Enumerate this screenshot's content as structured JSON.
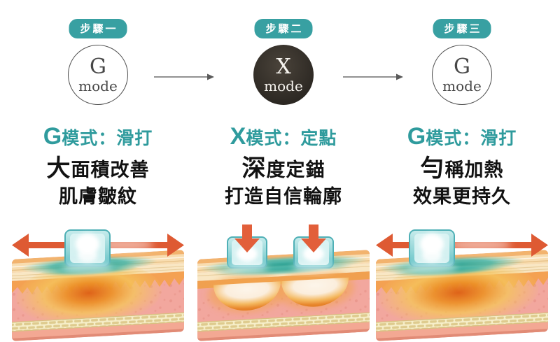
{
  "colors": {
    "accent_teal": "#2f9b9d",
    "badge_bg": "#38a0a2",
    "step_arrow_gray": "#6e6e6e",
    "desc_black": "#121212",
    "heat_arrow_orange": "#de5a33",
    "device_teal": "#5fc0c4",
    "x_circle_dark": "#2b2722",
    "skin_pink": "#f2a79e",
    "heat_glow_orange": "#ec9026"
  },
  "steps": [
    {
      "badge": "步驟一",
      "mode": {
        "letter": "G",
        "word": "mode"
      },
      "title": {
        "letter": "G",
        "rest": "模式：滑打"
      },
      "desc": {
        "line1_first": "大",
        "line1_rest": "面積改善",
        "line2": "肌膚皺紋"
      }
    },
    {
      "badge": "步驟二",
      "mode": {
        "letter": "X",
        "word": "mode"
      },
      "title": {
        "letter": "X",
        "rest": "模式：定點"
      },
      "desc": {
        "line1_first": "深",
        "line1_rest": "度定錨",
        "line2": "打造自信輪廓"
      }
    },
    {
      "badge": "步驟三",
      "mode": {
        "letter": "G",
        "word": "mode"
      },
      "title": {
        "letter": "G",
        "rest": "模式：滑打"
      },
      "desc": {
        "line1_first": "勻",
        "line1_rest": "稱加熱",
        "line2": "效果更持久"
      }
    }
  ]
}
